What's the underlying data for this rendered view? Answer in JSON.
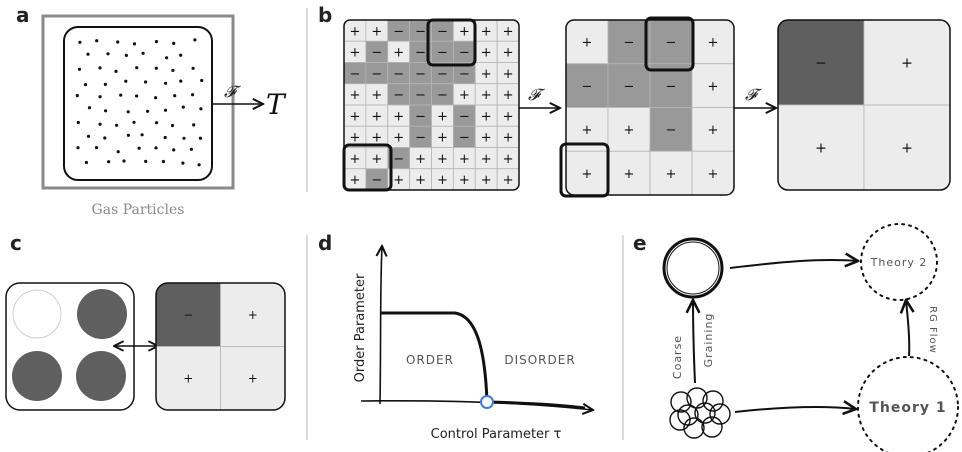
{
  "panels": {
    "a": {
      "label": "a",
      "caption": "Gas Particles",
      "map_symbol": "𝓕",
      "target_symbol": "T"
    },
    "b": {
      "label": "b",
      "map_symbol": "𝓕",
      "grid8": [
        [
          "+",
          "+",
          "−",
          "−",
          "−",
          "+",
          "+",
          "+"
        ],
        [
          "+",
          "−",
          "+",
          "−",
          "−",
          "−",
          "+",
          "+"
        ],
        [
          "−",
          "−",
          "−",
          "−",
          "−",
          "−",
          "+",
          "+"
        ],
        [
          "+",
          "+",
          "−",
          "−",
          "−",
          "+",
          "+",
          "+"
        ],
        [
          "+",
          "+",
          "+",
          "−",
          "+",
          "−",
          "+",
          "+"
        ],
        [
          "+",
          "+",
          "+",
          "−",
          "+",
          "−",
          "+",
          "+"
        ],
        [
          "+",
          "+",
          "−",
          "+",
          "+",
          "+",
          "+",
          "+"
        ],
        [
          "+",
          "−",
          "+",
          "+",
          "+",
          "+",
          "+",
          "+"
        ]
      ],
      "grid4": [
        [
          "+",
          "−",
          "−",
          "+"
        ],
        [
          "−",
          "−",
          "−",
          "+"
        ],
        [
          "+",
          "+",
          "−",
          "+"
        ],
        [
          "+",
          "+",
          "+",
          "+"
        ]
      ],
      "grid2": [
        [
          "−",
          "+"
        ],
        [
          "+",
          "+"
        ]
      ]
    },
    "c": {
      "label": "c",
      "grid2": [
        [
          "−",
          "+"
        ],
        [
          "+",
          "+"
        ]
      ]
    },
    "d": {
      "label": "d",
      "y_axis_label": "Order Parameter",
      "x_axis_label": "Control Parameter τ",
      "region_left": "ORDER",
      "region_right": "DISORDER"
    },
    "e": {
      "label": "e",
      "theory2": "Theory 2",
      "theory1": "Theory 1",
      "coarse_line1": "Coarse",
      "coarse_line2": "Graining",
      "rg_flow": "RG Flow"
    }
  },
  "colors": {
    "dark": "#5f5f5f",
    "medium": "#999999",
    "light": "#ececec",
    "divider": "#b0b0b0",
    "critical_point": "#3b7dd8"
  }
}
